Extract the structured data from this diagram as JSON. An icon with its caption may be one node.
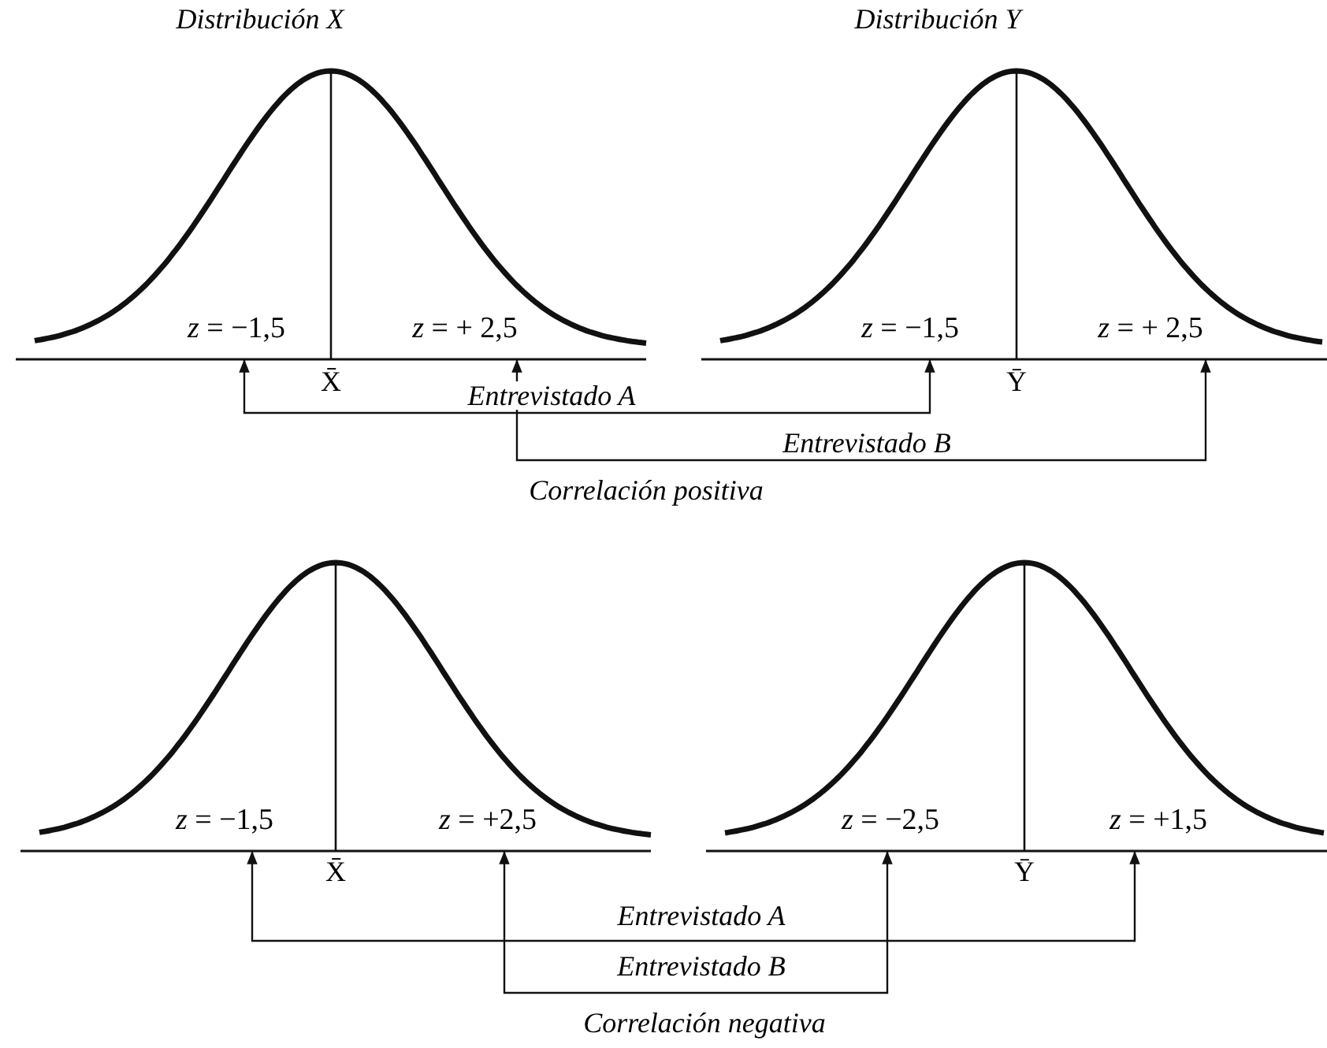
{
  "diagram": {
    "nodes": [
      {
        "text": [
          "*z* = −1,5"
        ]
      },
      {
        "text": [
          "*z* = + 2,5"
        ]
      },
      {
        "text": [
          "*z* = −1,5"
        ]
      },
      {
        "text": [
          "*z* = + 2,5"
        ]
      },
      {
        "text": [
          "*z* = −1,5"
        ]
      },
      {
        "text": [
          "*z* = +2,5"
        ]
      },
      {
        "text": [
          "*z* = −2,5"
        ]
      },
      {
        "text": [
          "*z* = +1,5"
        ]
      }
    ],
    "edges": [
      {
        "from": 0,
        "to": 2,
        "arrow": "both",
        "label": "Entrevistado A"
      },
      {
        "from": 1,
        "to": 3,
        "arrow": "both",
        "label": "Entrevistado B"
      },
      {
        "from": 4,
        "to": 7,
        "arrow": "both",
        "label": "Entrevistado A"
      },
      {
        "from": 5,
        "to": 6,
        "arrow": "both",
        "label": "Entrevistado B"
      }
    ],
    "labels": [
      "Distribución X",
      "Distribución Y",
      "X̄",
      "Ȳ",
      "Correlación positiva",
      "X̄",
      "Ȳ",
      "Correlación negativa"
    ]
  }
}
